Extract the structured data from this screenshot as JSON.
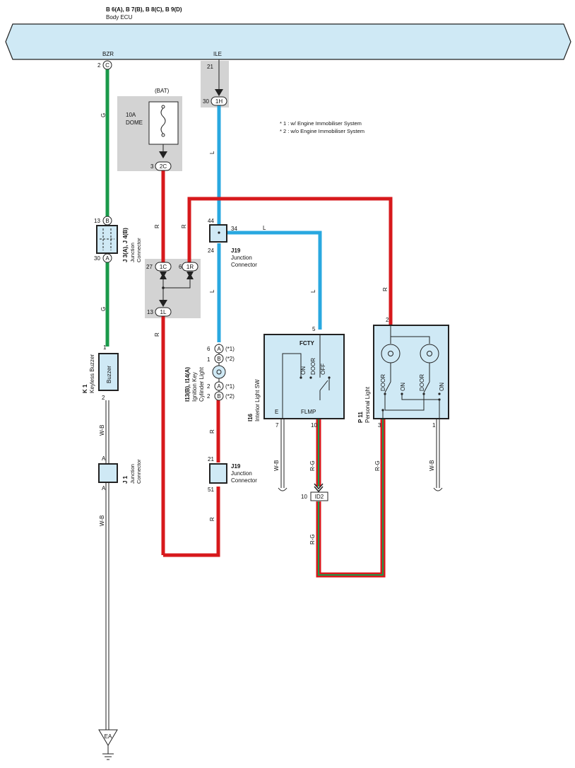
{
  "header": {
    "ecu_refs": "B 6(A), B 7(B), B 8(C), B 9(D)",
    "ecu_name": "Body ECU"
  },
  "bus_pins": {
    "bzr": {
      "name": "BZR",
      "num": "2",
      "conn": "C"
    },
    "ile": {
      "name": "ILE",
      "num_top": "21",
      "num_bot": "30",
      "conn": "1H"
    }
  },
  "notes": {
    "n1": "* 1 : w/ Engine Immobiliser System",
    "n2": "* 2 : w/o Engine Immobiliser System"
  },
  "fuse": {
    "bat": "(BAT)",
    "amp": "10A",
    "name": "DOME",
    "pin": "3",
    "conn": "2C"
  },
  "jb": {
    "p27": "27",
    "c1C": "1C",
    "p6": "6",
    "c1R": "1R",
    "p13": "13",
    "c1L": "1L"
  },
  "j3j4": {
    "label": "J 3(A), J 4(B)",
    "sub1": "Junction",
    "sub2": "Connector",
    "top_num": "13",
    "top_conn": "B",
    "bot_num": "30",
    "bot_conn": "A"
  },
  "j19a": {
    "label": "J19",
    "sub1": "Junction",
    "sub2": "Connector",
    "p44": "44",
    "p34": "34",
    "p24": "24"
  },
  "j19b": {
    "label": "J19",
    "sub1": "Junction",
    "sub2": "Connector",
    "p21": "21",
    "p51": "51"
  },
  "k1": {
    "label": "K 1",
    "name": "Keyless Buzzer",
    "inner": "Buzzer",
    "p1": "1",
    "p2": "2"
  },
  "j1": {
    "label": "J 1",
    "sub1": "Junction",
    "sub2": "Connector",
    "top": "A",
    "bot": "A"
  },
  "ign": {
    "label": "I13(B), I14(A)",
    "name1": "Ignition Key",
    "name2": "Cylinder Light",
    "rows": [
      {
        "num": "6",
        "conn": "A",
        "note": "(*1)"
      },
      {
        "num": "1",
        "conn": "B",
        "note": "(*2)"
      },
      {
        "num": "2",
        "conn": "A",
        "note": "(*1)"
      },
      {
        "num": "2",
        "conn": "B",
        "note": "(*2)"
      }
    ]
  },
  "i16": {
    "label": "I16",
    "name": "Interior Light SW",
    "fcty": "FCTY",
    "flmp": "FLMP",
    "e": "E",
    "on": "ON",
    "door": "DOOR",
    "off": "OFF",
    "p5": "5",
    "p7": "7",
    "p10": "10"
  },
  "p11": {
    "label": "P 11",
    "name": "Personal Light",
    "door1": "DOOR",
    "on1": "ON",
    "door2": "DOOR",
    "on2": "ON",
    "p2": "2",
    "p3": "3",
    "p1": "1"
  },
  "id2": {
    "num": "10",
    "conn": "ID2"
  },
  "ground": {
    "label": "EA"
  },
  "wires": {
    "g": "G",
    "g2": "G",
    "l1": "L",
    "l2": "L",
    "l3": "L",
    "l4": "L",
    "r1": "R",
    "r2": "R",
    "r3": "R",
    "r4": "R",
    "r5": "R",
    "r6": "R",
    "wb1": "W-B",
    "wb2": "W-B",
    "wb3": "W-B",
    "wb4": "W-B",
    "rg1": "R-G",
    "rg2": "R-G",
    "rg3": "R-G"
  },
  "colors": {
    "green": "#1a9a4a",
    "blue": "#29a8e0",
    "red": "#d7191c",
    "panel": "#cfe9f5",
    "shade": "#d3d3d3"
  }
}
